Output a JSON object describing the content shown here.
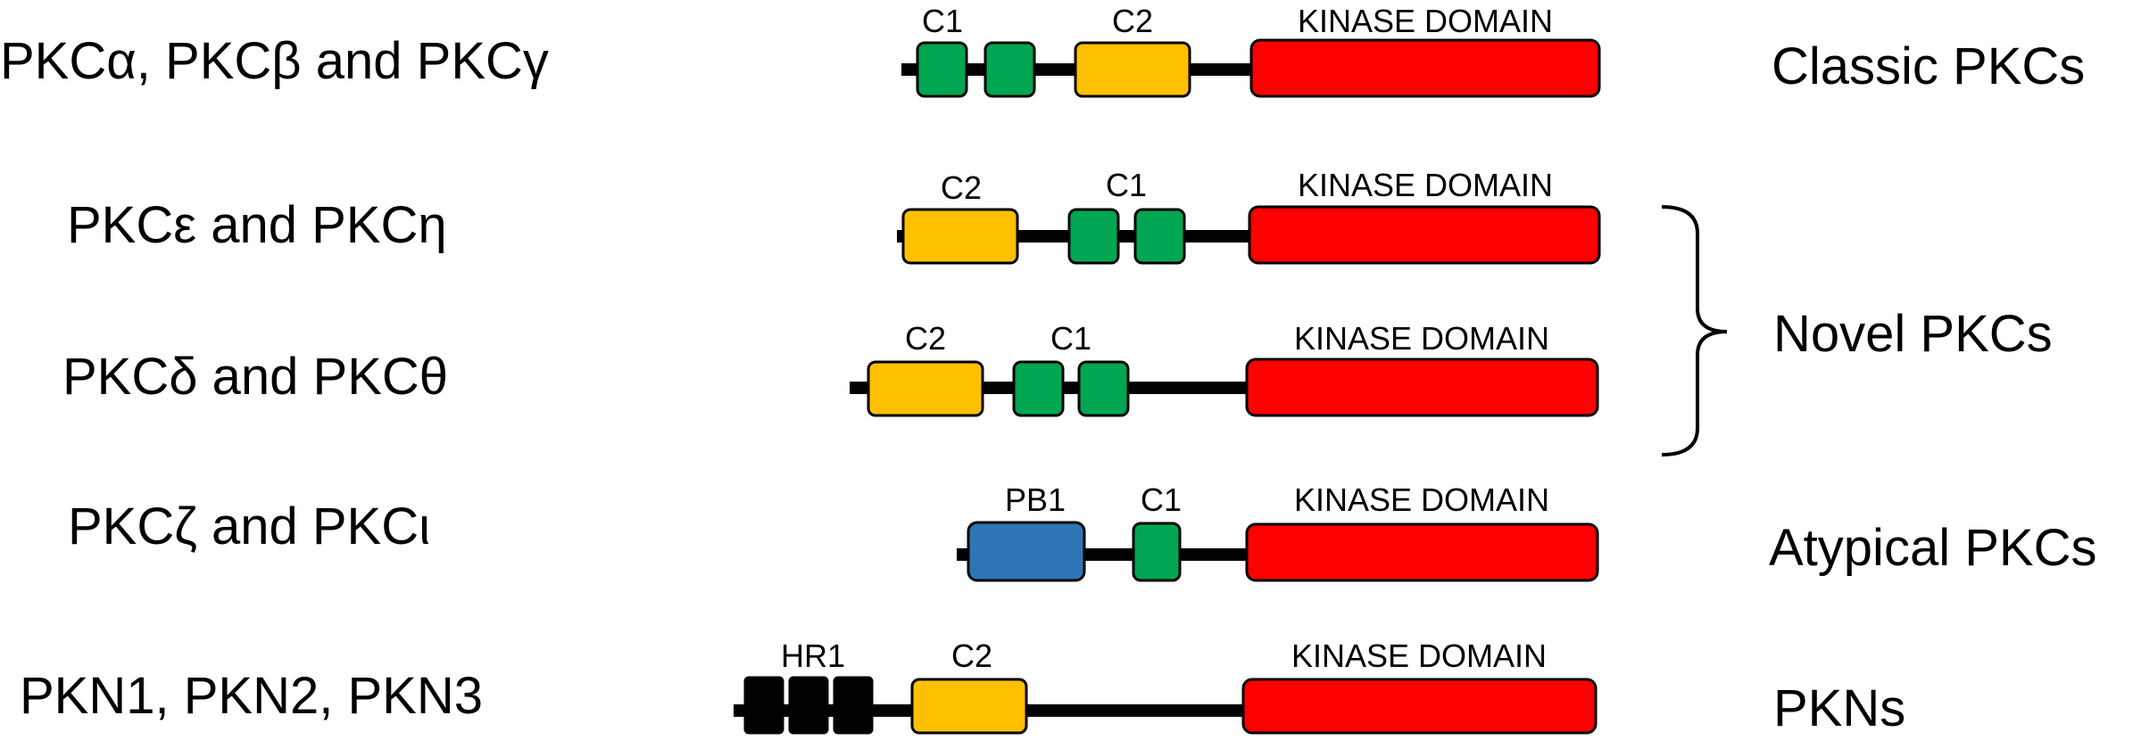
{
  "rows": [
    {
      "name": "PKCα, PKCβ and PKCγ",
      "domains": [
        {
          "type": "C1",
          "label": "C1",
          "color": "#00a651"
        },
        {
          "type": "C1",
          "label": "",
          "color": "#00a651"
        },
        {
          "type": "C2",
          "label": "C2",
          "color": "#ffc000"
        },
        {
          "type": "KINASE",
          "label": "KINASE DOMAIN",
          "color": "#ff0000"
        }
      ]
    },
    {
      "name": "PKCε and PKCη",
      "domains": [
        {
          "type": "C2",
          "label": "C2",
          "color": "#ffc000"
        },
        {
          "type": "C1",
          "label": "C1",
          "color": "#00a651"
        },
        {
          "type": "C1",
          "label": "",
          "color": "#00a651"
        },
        {
          "type": "KINASE",
          "label": "KINASE DOMAIN",
          "color": "#ff0000"
        }
      ]
    },
    {
      "name": "PKCδ and PKCθ",
      "domains": [
        {
          "type": "C2",
          "label": "C2",
          "color": "#ffc000"
        },
        {
          "type": "C1",
          "label": "C1",
          "color": "#00a651"
        },
        {
          "type": "C1",
          "label": "",
          "color": "#00a651"
        },
        {
          "type": "KINASE",
          "label": "KINASE DOMAIN",
          "color": "#ff0000"
        }
      ]
    },
    {
      "name": "PKCζ and PKCι",
      "domains": [
        {
          "type": "PB1",
          "label": "PB1",
          "color": "#2e75b6"
        },
        {
          "type": "C1",
          "label": "C1",
          "color": "#00a651"
        },
        {
          "type": "KINASE",
          "label": "KINASE DOMAIN",
          "color": "#ff0000"
        }
      ]
    },
    {
      "name": "PKN1, PKN2, PKN3",
      "domains": [
        {
          "type": "HR1",
          "label": "HR1",
          "color": "#000000"
        },
        {
          "type": "HR1",
          "label": "",
          "color": "#000000"
        },
        {
          "type": "HR1",
          "label": "",
          "color": "#000000"
        },
        {
          "type": "C2",
          "label": "C2",
          "color": "#ffc000"
        },
        {
          "type": "KINASE",
          "label": "KINASE DOMAIN",
          "color": "#ff0000"
        }
      ]
    }
  ],
  "groups": [
    {
      "label": "Classic PKCs",
      "bracket": false
    },
    {
      "label": "Novel PKCs",
      "bracket": true
    },
    {
      "label": "Atypical PKCs",
      "bracket": false
    },
    {
      "label": "PKNs",
      "bracket": false
    }
  ],
  "colors": {
    "backbone": "#000000",
    "outline": "#000000"
  }
}
